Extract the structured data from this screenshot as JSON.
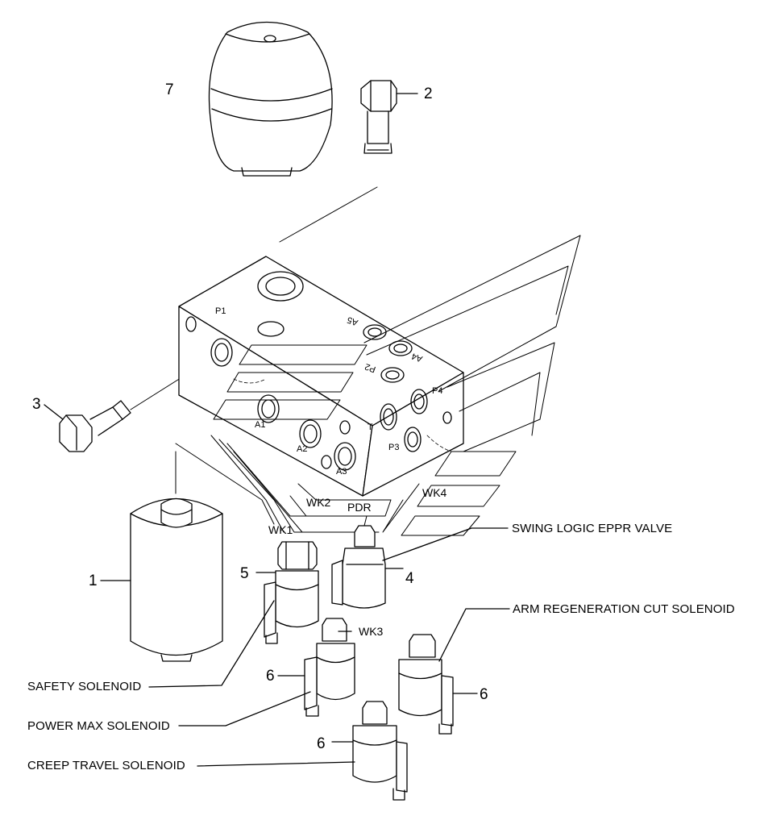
{
  "callouts": {
    "part_7": "7",
    "part_2": "2",
    "part_3": "3",
    "part_1": "1",
    "part_5": "5",
    "part_4": "4",
    "part_6a": "6",
    "part_6b": "6",
    "part_6c": "6"
  },
  "names": {
    "swing_logic": "SWING LOGIC EPPR VALVE",
    "arm_regen": "ARM REGENERATION CUT SOLENOID",
    "safety": "SAFETY SOLENOID",
    "power_max": "POWER MAX SOLENOID",
    "creep_travel": "CREEP TRAVEL SOLENOID"
  },
  "ports": {
    "p1": "P1",
    "a1": "A1",
    "a2": "A2",
    "a3": "A3",
    "a4": "A4",
    "a5": "A5",
    "p2": "P2",
    "p3": "P3",
    "p4": "P4",
    "t": "T"
  },
  "slots": {
    "wk1": "WK1",
    "wk2": "WK2",
    "wk3": "WK3",
    "wk4": "WK4",
    "pdr": "PDR"
  }
}
